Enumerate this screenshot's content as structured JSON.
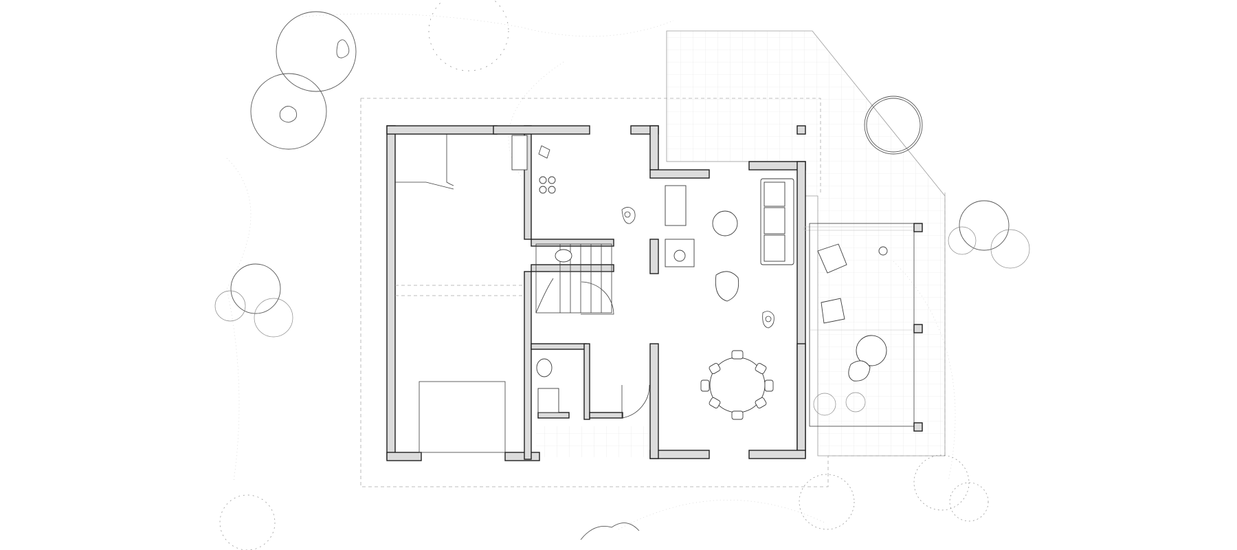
{
  "drawing": {
    "kind": "ground-floor-plan",
    "colors": {
      "wall_fill": "#dcdcdc",
      "line": "#1e1e1e",
      "landscape": "#bfbfbf"
    },
    "rooms": [
      "garage",
      "kitchen",
      "stair-hall",
      "wc",
      "entrance-hall",
      "living-dining",
      "conservatory",
      "terrace"
    ],
    "icons": [
      "tree-icon",
      "shrub-icon",
      "sofa-icon",
      "armchair-icon",
      "dining-table-icon",
      "person-icon",
      "stair-icon",
      "door-swing-icon",
      "sink-icon",
      "hob-icon",
      "toilet-icon"
    ]
  }
}
